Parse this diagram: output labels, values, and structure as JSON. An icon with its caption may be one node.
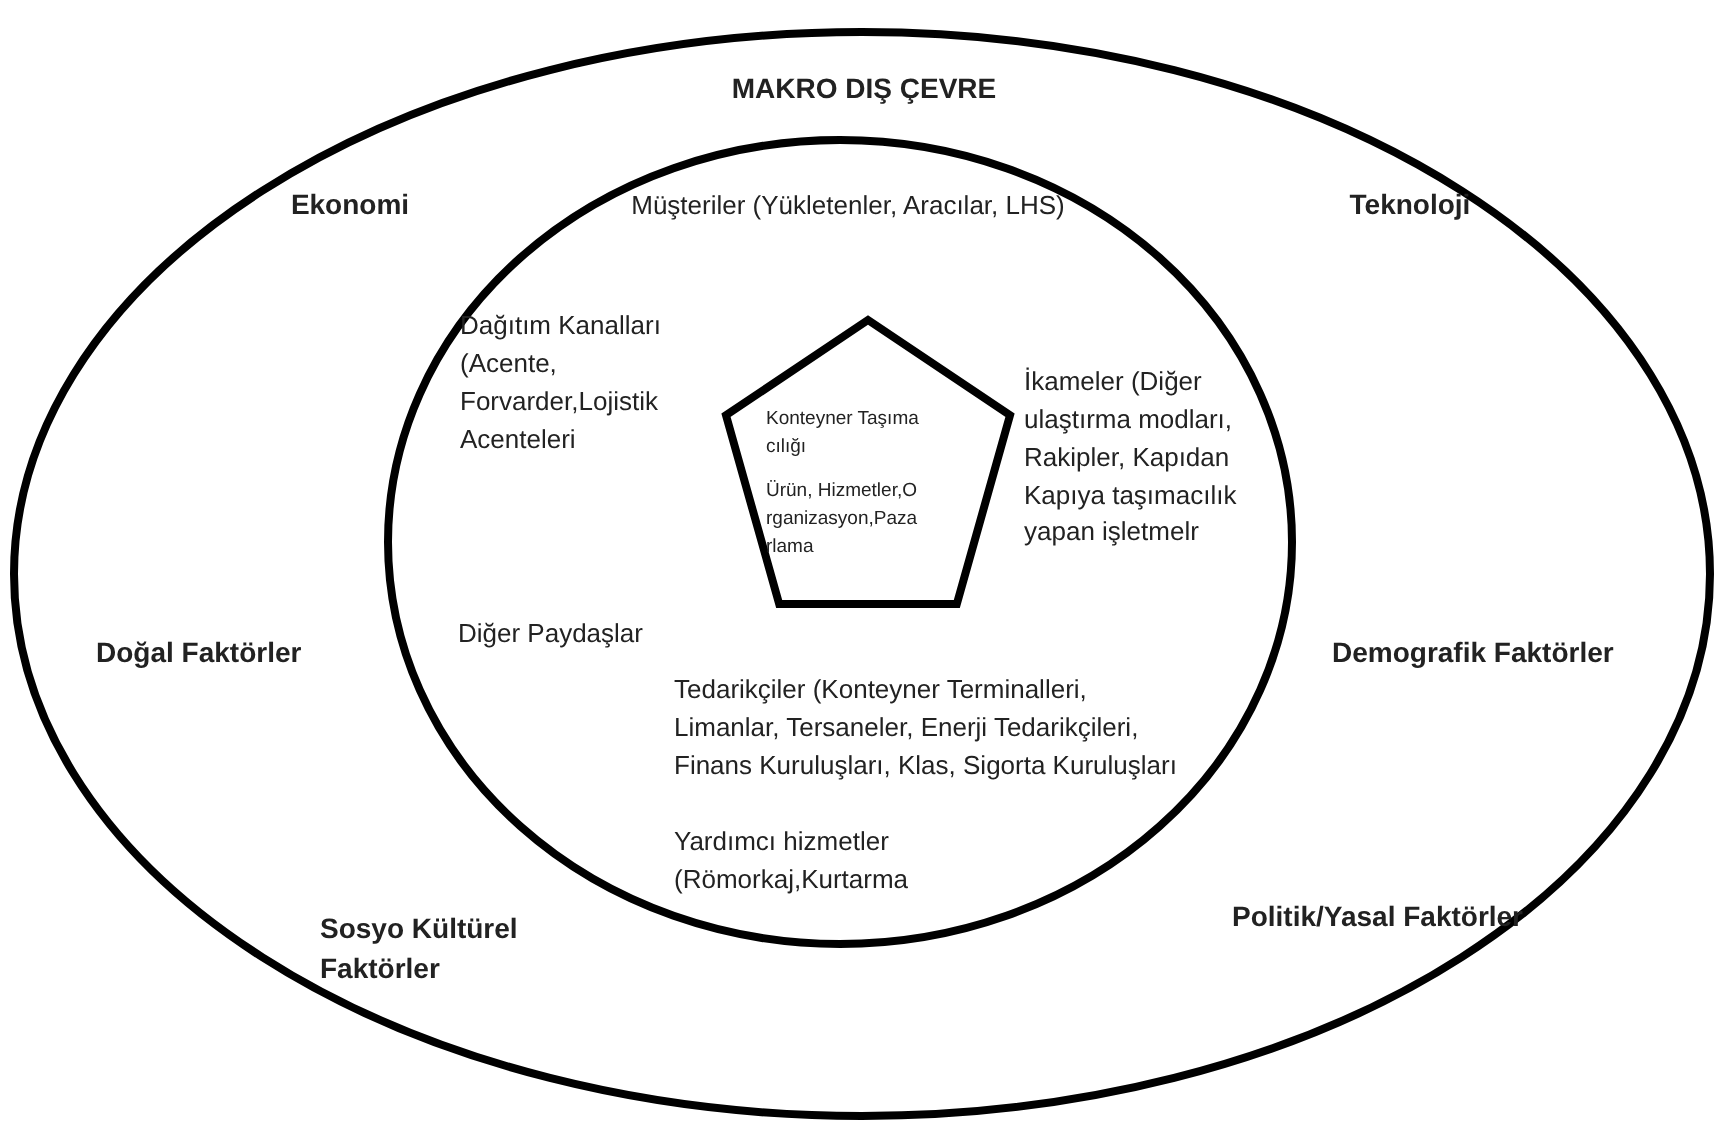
{
  "diagram": {
    "nodes": [
      {
        "text": [
          "MAKRO DIŞ ÇEVRE",
          "Ekonomi",
          "Teknoloji",
          "Doğal Faktörler",
          "Demografik Faktörler",
          "Sosyo Kültürel Faktörler",
          "Politik/Yasal Faktörler"
        ]
      },
      {
        "text": [
          "Müşteriler (Yükletenler, Aracılar, LHS)",
          "Dağıtım Kanalları (Acente, Forvarder,Lojistik Acenteleri",
          "İkameler (Diğer ulaştırma modları, Rakipler, Kapıdan Kapıya taşımacılık yapan işletmelr",
          "Diğer Paydaşlar",
          "Tedarikçiler (Konteyner Terminalleri, Limanlar, Tersaneler, Enerji Tedarikçileri, Finans Kuruluşları, Klas, Sigorta Kuruluşları",
          "Yardımcı hizmetler (Römorkaj,Kurtarma"
        ],
        "in": 0
      },
      {
        "text": [
          "Konteyner Taşımacılığı",
          "Ürün, Hizmetler,Organizasyon,Pazarlama"
        ],
        "in": 1
      }
    ],
    "edges": []
  }
}
